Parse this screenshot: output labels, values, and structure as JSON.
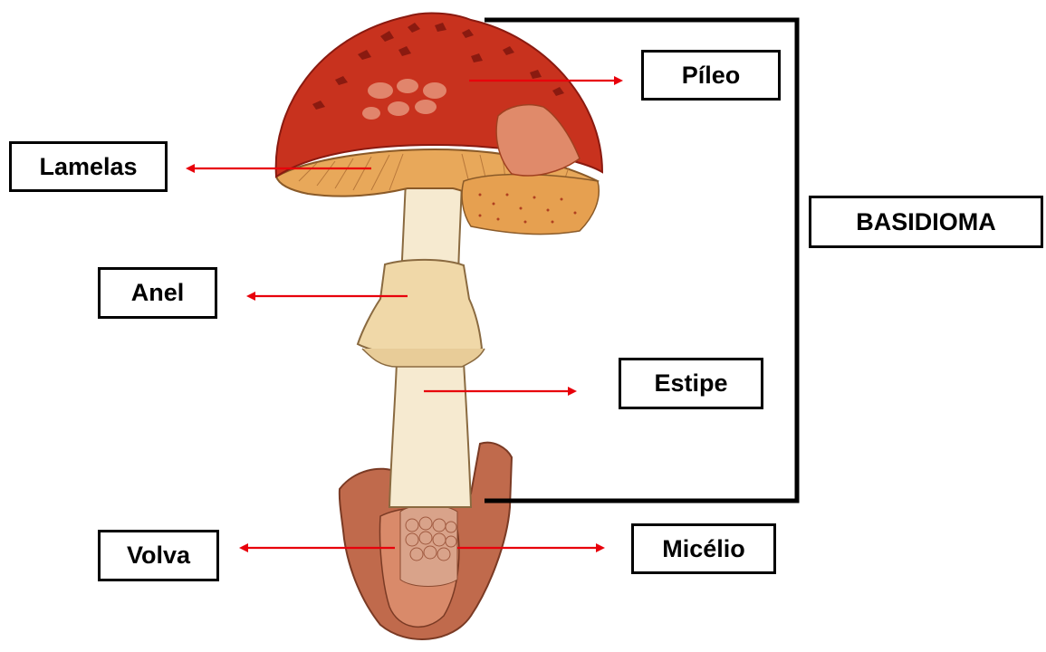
{
  "labels": {
    "pileo": "Píleo",
    "lamelas": "Lamelas",
    "anel": "Anel",
    "estipe": "Estipe",
    "basidioma": "BASIDIOMA",
    "volva": "Volva",
    "micelio": "Micélio"
  },
  "colors": {
    "arrow": "#e8000b",
    "cap": "#c8321e",
    "gills": "#e8a85a",
    "stem": "#f6ead0",
    "volva": "#c06a4c",
    "bracket": "#000000"
  }
}
